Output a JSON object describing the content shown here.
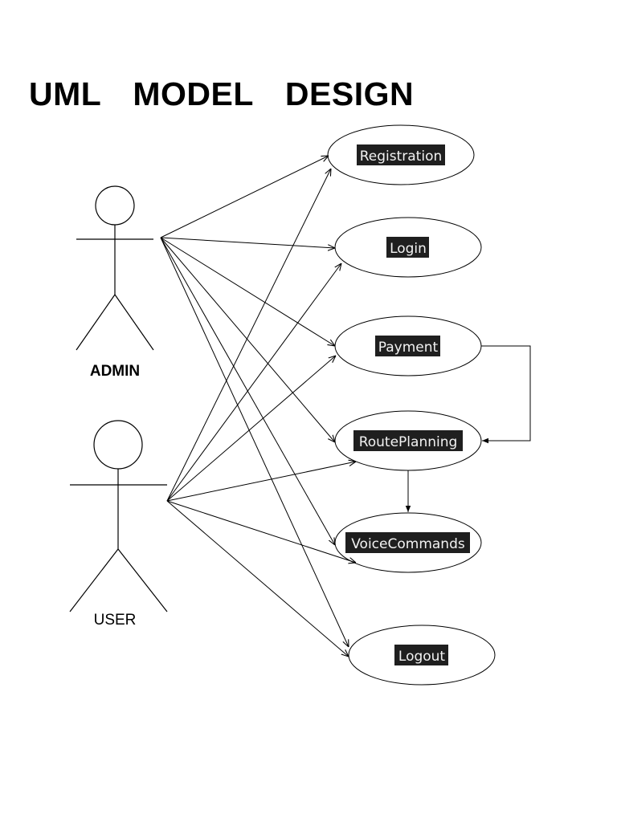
{
  "title": "UML  MODEL  DESIGN",
  "actors": {
    "admin": {
      "label": "ADMIN"
    },
    "user": {
      "label": "USER"
    }
  },
  "use_cases": {
    "registration": "Registration",
    "login": "Login",
    "payment": "Payment",
    "route_planning": "RoutePlanning",
    "voice_commands": "VoiceCommands",
    "logout": "Logout"
  },
  "colors": {
    "label_highlight": "#1f1f1f",
    "label_text": "#f2f2f2",
    "stroke": "#000000"
  }
}
